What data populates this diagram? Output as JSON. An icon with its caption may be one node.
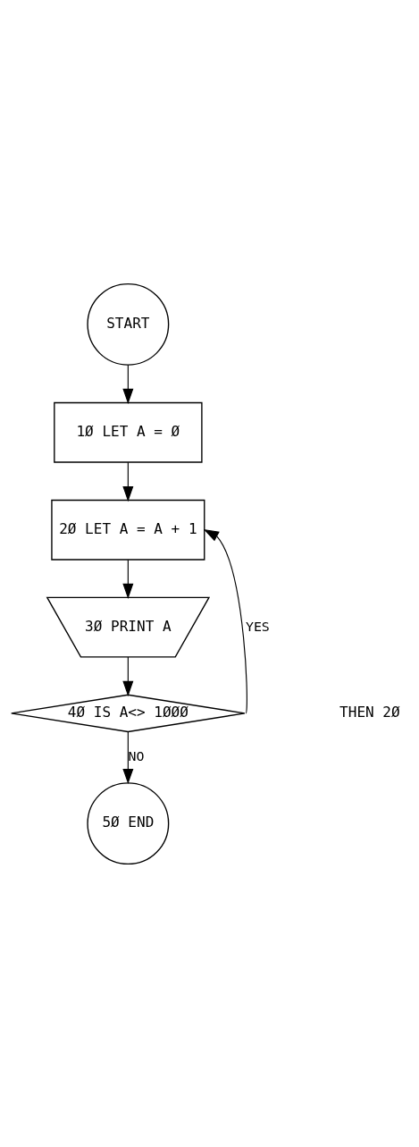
{
  "diagram": {
    "nodes": [
      {
        "text": [
          "START"
        ]
      },
      {
        "text": [
          "1Ø LET A = Ø"
        ]
      },
      {
        "text": [
          "2Ø LET A = A + 1"
        ]
      },
      {
        "text": [
          "3Ø PRINT A"
        ]
      },
      {
        "text": [
          "4Ø IS A<> 1ØØØ"
        ]
      },
      {
        "text": [
          "5Ø END"
        ]
      }
    ],
    "edges": [
      {
        "from": 0,
        "to": 1,
        "arrow": "to"
      },
      {
        "from": 1,
        "to": 2,
        "arrow": "to"
      },
      {
        "from": 2,
        "to": 3,
        "arrow": "to"
      },
      {
        "from": 3,
        "to": 4,
        "arrow": "to"
      },
      {
        "from": 4,
        "to": 2,
        "arrow": "to",
        "label": "YES"
      },
      {
        "from": 4,
        "to": 5,
        "arrow": "to",
        "label": "NO"
      }
    ],
    "labels": [
      "THEN 2Ø"
    ]
  }
}
